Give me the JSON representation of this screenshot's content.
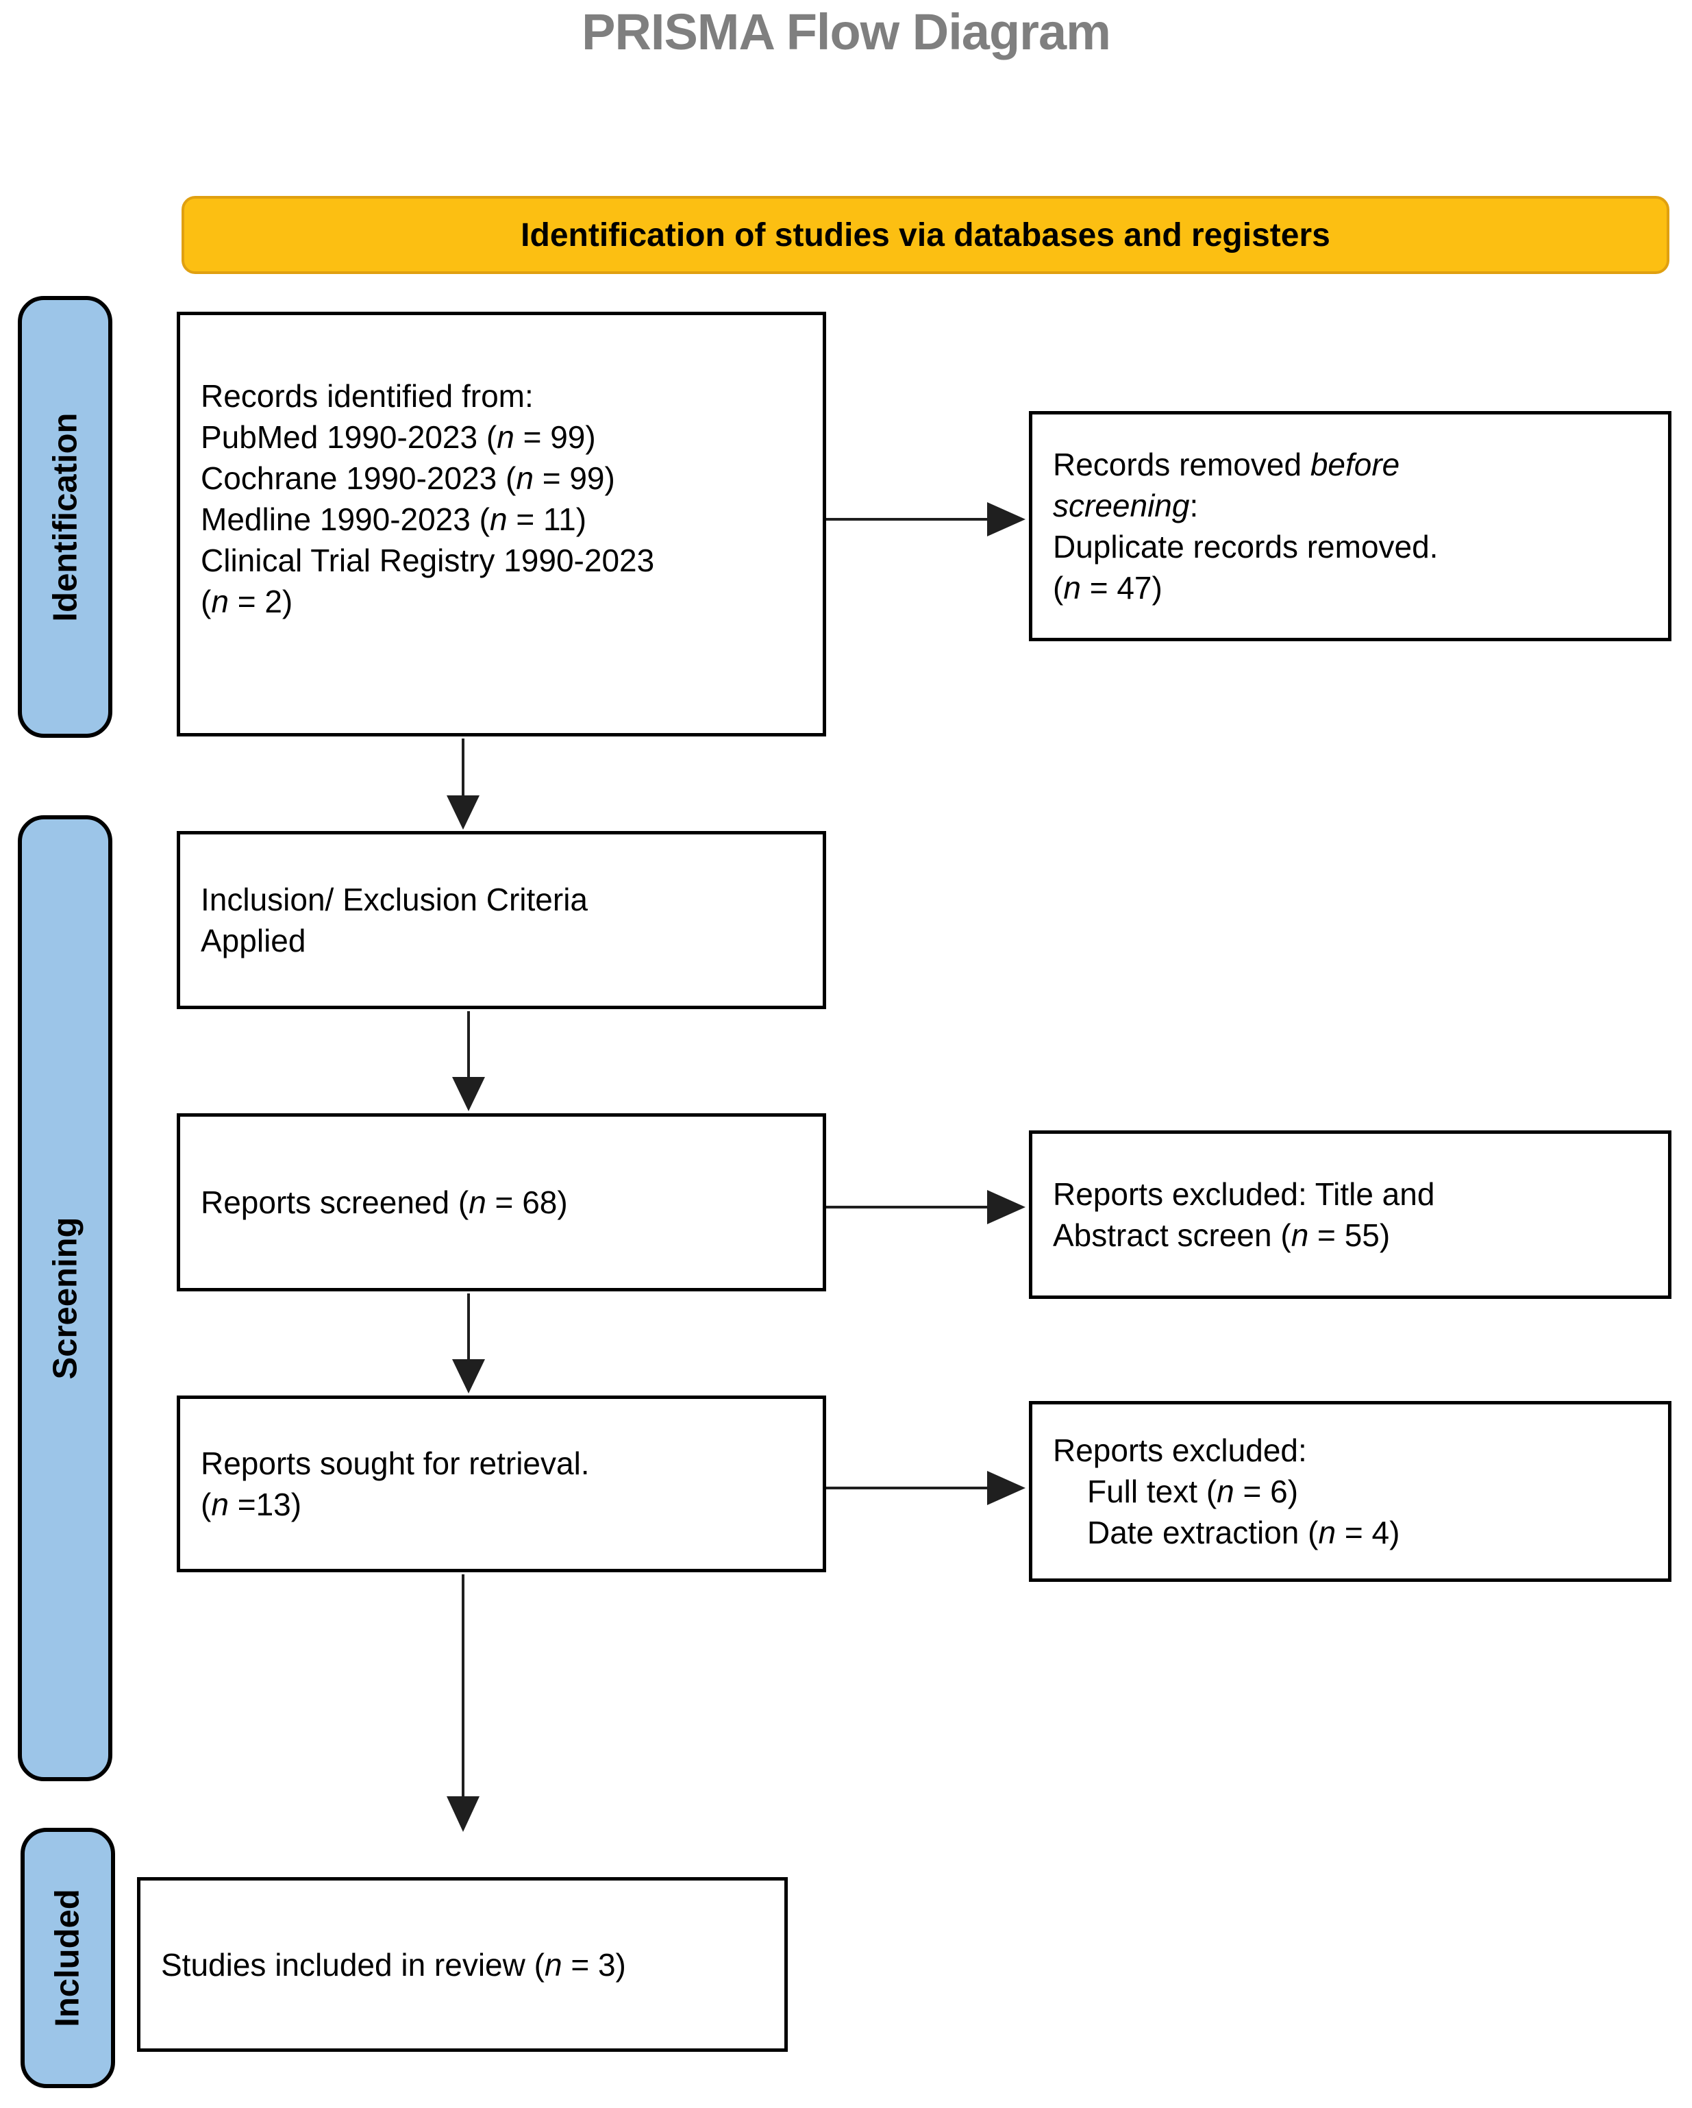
{
  "title": "PRISMA Flow Diagram",
  "banner": {
    "label": "Identification of studies via databases and registers"
  },
  "colors": {
    "title_color": "#7F7F7F",
    "banner_fill": "#FCBF12",
    "banner_border": "#E0A010",
    "sidebar_fill": "#9CC5E8",
    "arrow": "#1F1F1F"
  },
  "sidebar": {
    "items": [
      {
        "label": "Identification"
      },
      {
        "label": "Screening"
      },
      {
        "label": "Included"
      }
    ]
  },
  "boxes": {
    "identified": {
      "lines": [
        [
          {
            "t": "Records identified from:"
          }
        ],
        [
          {
            "t": "PubMed 1990-2023 ("
          },
          {
            "t": "n",
            "i": true
          },
          {
            "t": " = 99)"
          }
        ],
        [
          {
            "t": "Cochrane 1990-2023 ("
          },
          {
            "t": "n",
            "i": true
          },
          {
            "t": " = 99)"
          }
        ],
        [
          {
            "t": "Medline 1990-2023 ("
          },
          {
            "t": "n",
            "i": true
          },
          {
            "t": " = 11)"
          }
        ],
        [
          {
            "t": "Clinical Trial Registry 1990-2023"
          }
        ],
        [
          {
            "t": "("
          },
          {
            "t": "n",
            "i": true
          },
          {
            "t": " = 2)"
          }
        ]
      ]
    },
    "removed_before": {
      "lines": [
        [
          {
            "t": "Records removed "
          },
          {
            "t": "before",
            "i": true
          }
        ],
        [
          {
            "t": "screening",
            "i": true
          },
          {
            "t": ":"
          }
        ],
        [
          {
            "t": "Duplicate records removed."
          }
        ],
        [
          {
            "t": "("
          },
          {
            "t": "n",
            "i": true
          },
          {
            "t": " = 47)"
          }
        ]
      ]
    },
    "criteria": {
      "lines": [
        [
          {
            "t": "Inclusion/ Exclusion Criteria"
          }
        ],
        [
          {
            "t": "Applied"
          }
        ]
      ]
    },
    "screened": {
      "lines": [
        [
          {
            "t": "Reports screened ("
          },
          {
            "t": "n",
            "i": true
          },
          {
            "t": " = 68)"
          }
        ]
      ]
    },
    "excluded_screen": {
      "lines": [
        [
          {
            "t": "Reports excluded: Title and"
          }
        ],
        [
          {
            "t": "Abstract screen ("
          },
          {
            "t": "n",
            "i": true
          },
          {
            "t": " = 55)"
          }
        ]
      ]
    },
    "sought": {
      "lines": [
        [
          {
            "t": "Reports sought for retrieval."
          }
        ],
        [
          {
            "t": "("
          },
          {
            "t": "n",
            "i": true
          },
          {
            "t": " =13)"
          }
        ]
      ]
    },
    "excluded_retrieval": {
      "lines": [
        [
          {
            "t": "Reports excluded:"
          }
        ],
        [
          {
            "t": "Full text ("
          },
          {
            "t": "n",
            "i": true
          },
          {
            "t": " = 6)"
          }
        ],
        [
          {
            "t": "Date extraction ("
          },
          {
            "t": "n",
            "i": true
          },
          {
            "t": " = 4)"
          }
        ]
      ]
    },
    "included": {
      "lines": [
        [
          {
            "t": "Studies included in review ("
          },
          {
            "t": "n",
            "i": true
          },
          {
            "t": " = 3)"
          }
        ]
      ]
    }
  }
}
